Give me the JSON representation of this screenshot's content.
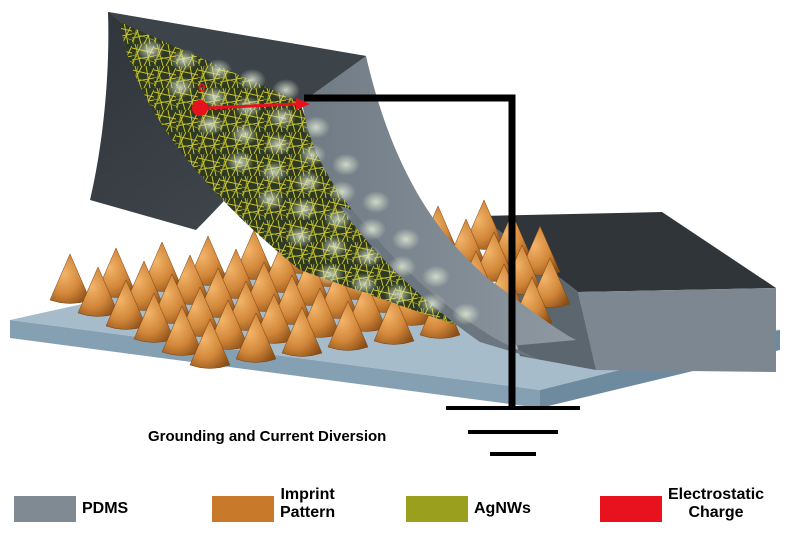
{
  "labels": {
    "grounding": "Grounding and Current Diversion",
    "electron": "e",
    "electron_sup": "-"
  },
  "legend": {
    "pdms": {
      "label": "PDMS",
      "color": "#7f8a93"
    },
    "imprint": {
      "line1": "Imprint",
      "line2": "Pattern",
      "color": "#c8792a"
    },
    "agnws": {
      "label": "AgNWs",
      "color": "#9aa01e"
    },
    "charge": {
      "line1": "Electrostatic",
      "line2": "Charge",
      "color": "#e8121e"
    }
  }
}
